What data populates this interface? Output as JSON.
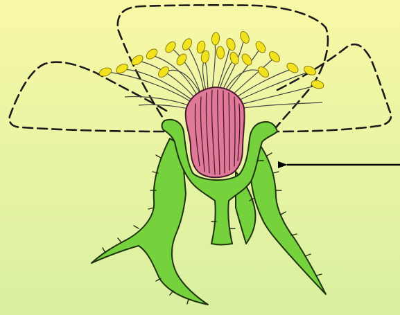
{
  "colors": {
    "background_top": "#f8f8a6",
    "background_bottom": "#d8f0a0",
    "petal_outline": "#1a1a1a",
    "anther": "#f2e31e",
    "filament": "#444444",
    "gynoecium": "#e07a98",
    "gynoecium_lines": "#4a1830",
    "receptacle_and_sepals": "#76d23c",
    "sepal_outline": "#1f3310",
    "pointer_arrow": "#000000"
  },
  "diagram": {
    "subject": "flower-section-with-receptacle",
    "parts": [
      "petals",
      "stamens",
      "gynoecium",
      "receptacle-cup",
      "pedicel",
      "sepals"
    ]
  }
}
